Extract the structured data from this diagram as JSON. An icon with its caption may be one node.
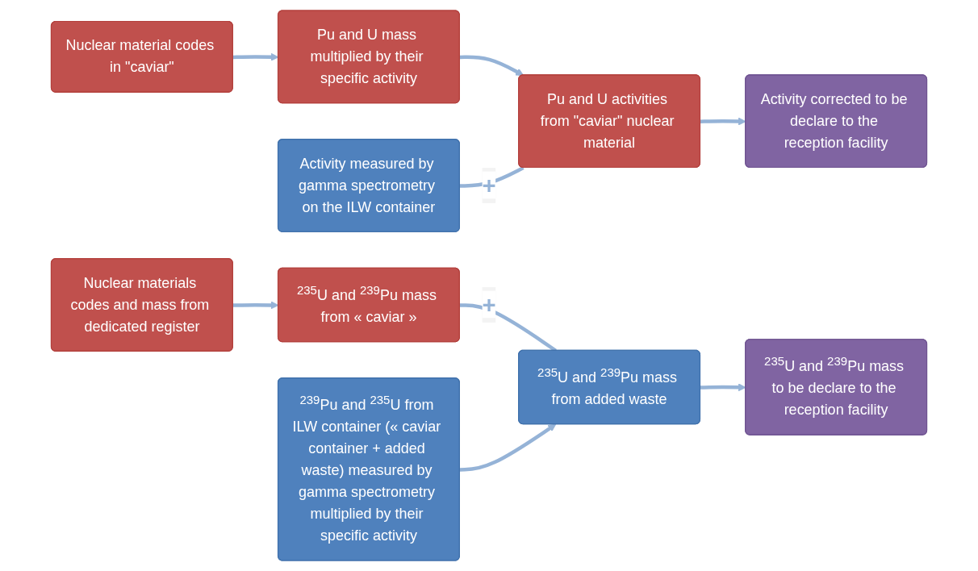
{
  "diagram": {
    "nodes": [
      {
        "text": [
          "Nuclear material codes in \"caviar\""
        ]
      },
      {
        "text": [
          "Pu and U mass multiplied by their specific activity"
        ]
      },
      {
        "text": [
          "Activity measured by gamma spectrometry on the ILW container"
        ]
      },
      {
        "text": [
          "Pu and U activities from \"caviar\" nuclear material"
        ]
      },
      {
        "text": [
          "Activity corrected to be declare to the reception facility"
        ]
      },
      {
        "text": [
          "Nuclear materials codes and mass from dedicated register"
        ]
      },
      {
        "text": [
          "$^{235}$U and $^{239}$Pu mass from « caviar »"
        ]
      },
      {
        "text": [
          "$^{239}$Pu and $^{235}$U from ILW container (« caviar container + added waste) measured by gamma spectrometry multiplied by their specific activity"
        ]
      },
      {
        "text": [
          "$^{235}$U and $^{239}$Pu mass from added waste"
        ]
      },
      {
        "text": [
          "$^{235}$U and $^{239}$Pu mass to be declare to the reception facility"
        ]
      }
    ],
    "edges": [
      {
        "from": 0,
        "to": 1,
        "arrow": "to"
      },
      {
        "from": 1,
        "to": 3,
        "arrow": "to"
      },
      {
        "from": 2,
        "to": 3,
        "arrow": "none",
        "label": "+"
      },
      {
        "from": 3,
        "to": 4,
        "arrow": "to"
      },
      {
        "from": 5,
        "to": 6,
        "arrow": "to"
      },
      {
        "from": 6,
        "to": 8,
        "arrow": "none",
        "label": "+"
      },
      {
        "from": 7,
        "to": 8,
        "arrow": "to"
      },
      {
        "from": 8,
        "to": 9,
        "arrow": "to"
      }
    ]
  }
}
